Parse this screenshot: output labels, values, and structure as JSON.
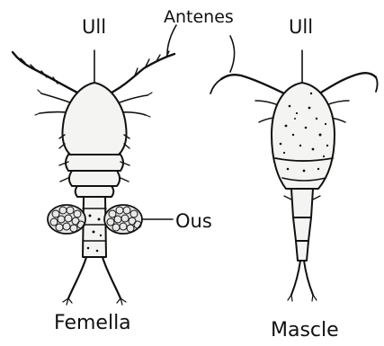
{
  "figure": {
    "labels": {
      "eye_left": "Ull",
      "antennae": "Antenes",
      "eye_right": "Ull",
      "eggs": "Ous",
      "female": "Femella",
      "male": "Mascle"
    },
    "colors": {
      "ink": "#111111",
      "body_fill": "#f4f4f2",
      "egg_fill": "#e8e8e8"
    }
  }
}
